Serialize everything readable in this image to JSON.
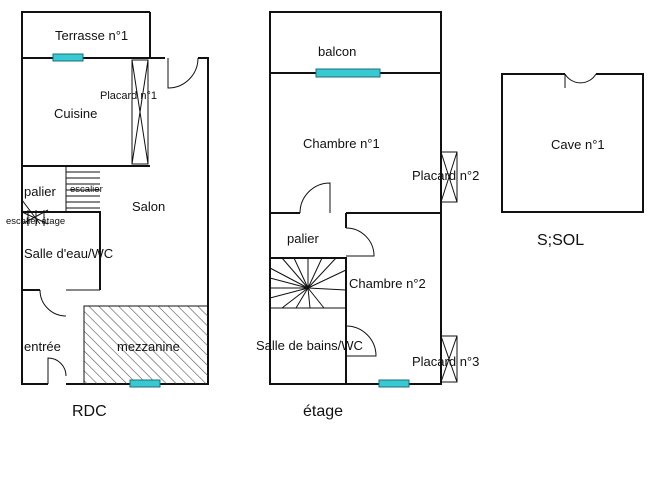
{
  "plans": {
    "rdc": {
      "caption": "RDC",
      "rooms": {
        "terrasse": "Terrasse n°1",
        "placard": "Placard n°1",
        "cuisine": "Cuisine",
        "palier": "palier",
        "escalier": "escalier",
        "escalier_etage": "escalier étage",
        "salon": "Salon",
        "salle_eau": "Salle d'eau/WC",
        "entree": "entrée",
        "mezzanine": "mezzanine"
      }
    },
    "etage": {
      "caption": "étage",
      "rooms": {
        "balcon": "balcon",
        "chambre1": "Chambre n°1",
        "placard2": "Placard n°2",
        "palier": "palier",
        "chambre2": "Chambre n°2",
        "salle_bains": "Salle de bains/WC",
        "placard3": "Placard n°3"
      }
    },
    "sous_sol": {
      "caption": "S;SOL",
      "rooms": {
        "cave": "Cave n°1"
      }
    }
  },
  "colors": {
    "wall": "#111111",
    "window": "#38c9d3",
    "hatch": "#555555"
  }
}
